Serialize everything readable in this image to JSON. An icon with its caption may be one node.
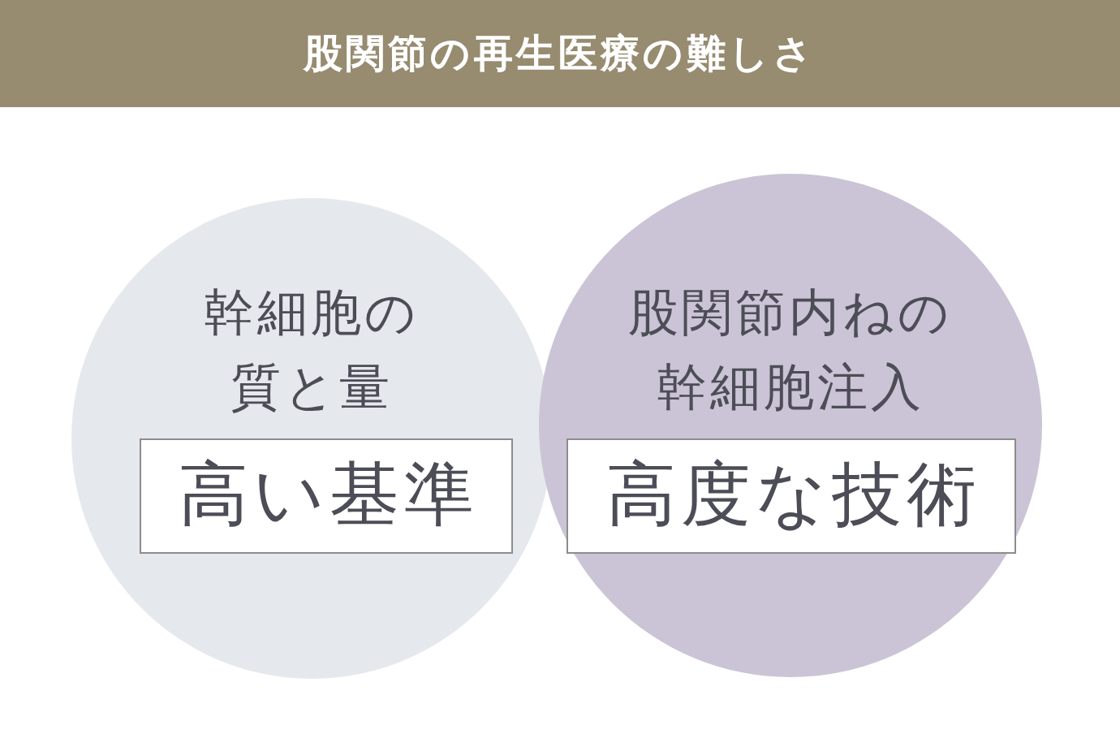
{
  "diagram": {
    "title": "股関節の再生医療の難しさ",
    "nodes": [
      {
        "text": [
          "幹細胞の質と量"
        ]
      },
      {
        "text": [
          "高い基準"
        ],
        "in": 0
      },
      {
        "text": [
          "股関節内ねの幹細胞注入"
        ]
      },
      {
        "text": [
          "高度な技術"
        ],
        "in": 2
      }
    ]
  }
}
